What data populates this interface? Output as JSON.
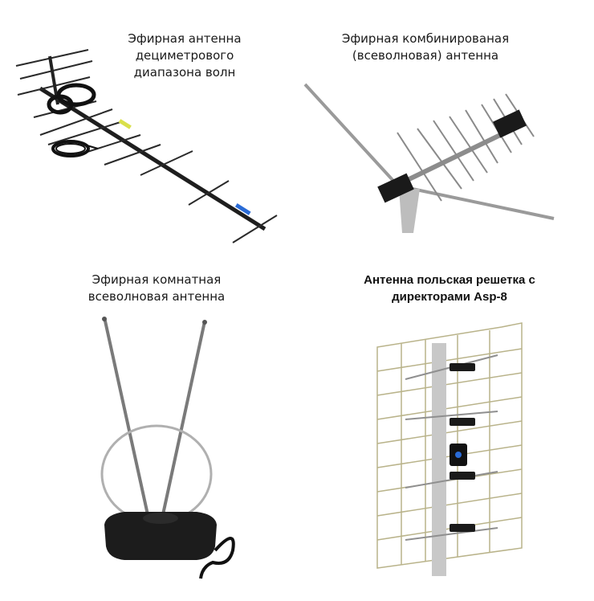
{
  "panels": [
    {
      "caption_lines": [
        "Эфирная антенна",
        "дециметрового",
        "диапазона волн"
      ]
    },
    {
      "caption_lines": [
        "Эфирная комбинированая",
        "(всеволновая) антенна"
      ]
    },
    {
      "caption_lines": [
        "Эфирная комнатная",
        "всеволновая антенна"
      ]
    },
    {
      "caption_lines": [
        "Антенна польская решетка с",
        "директорами Asp-8"
      ]
    }
  ],
  "colors": {
    "boom": "#1e1e1e",
    "metal": "#9a9a9a",
    "grid": "#b9b38a",
    "mast": "#c8c8c8",
    "label_blue": "#2a6bd6",
    "label_yellow": "#d9e04a"
  }
}
